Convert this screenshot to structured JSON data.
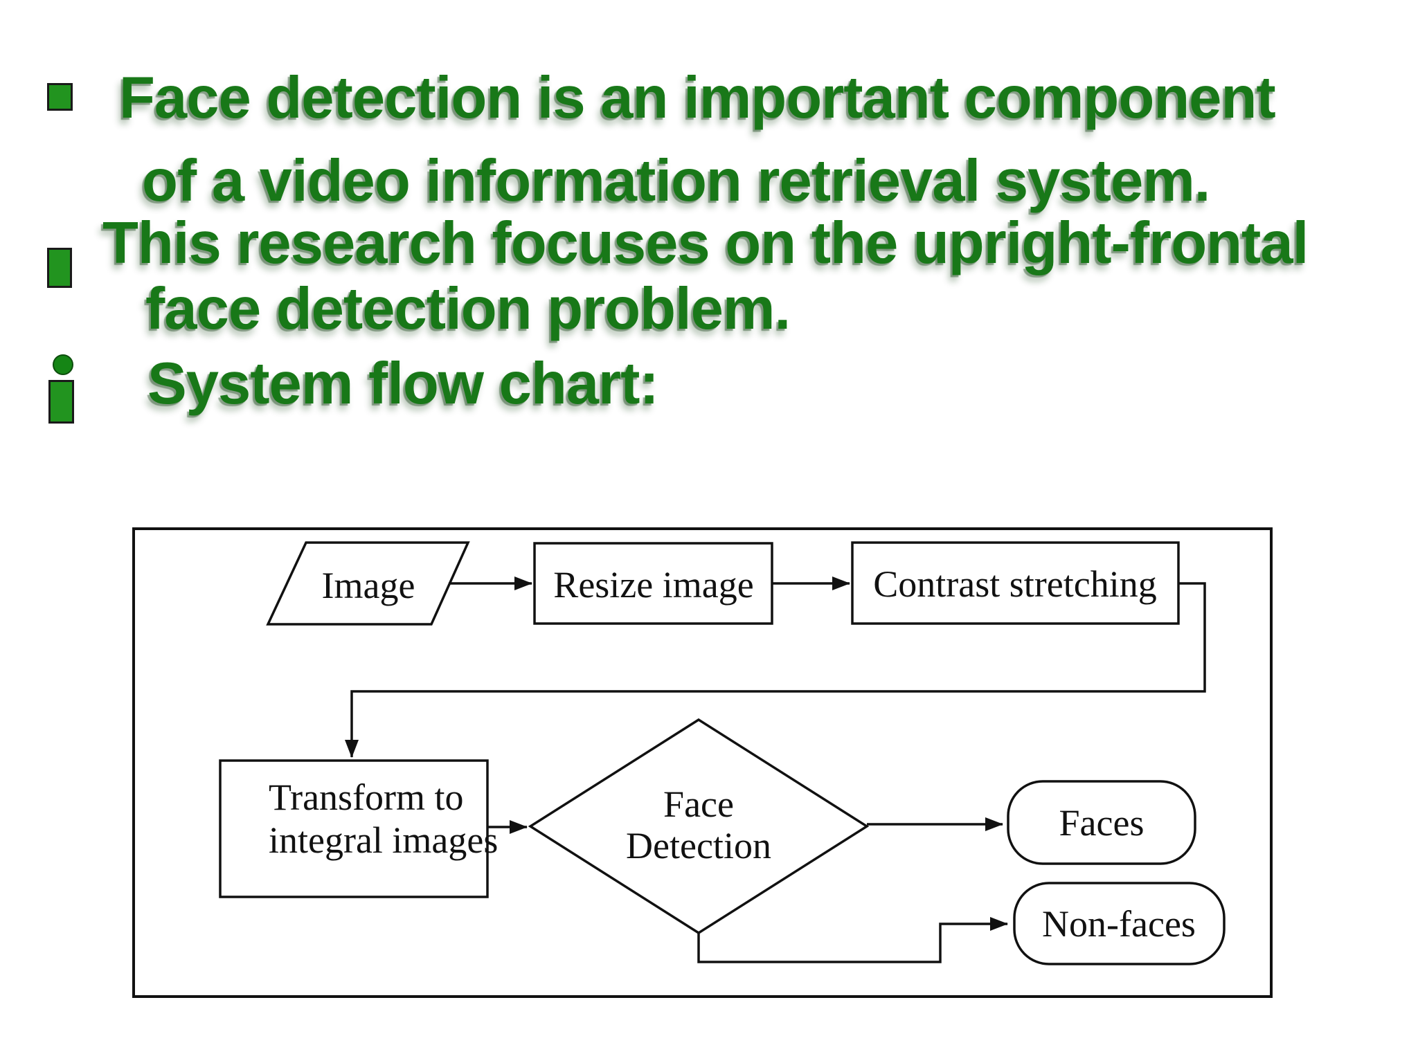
{
  "slide": {
    "background_color": "#ffffff",
    "text_color": "#187818",
    "bullet_color": "#22941f",
    "bullets": [
      {
        "marker": "green-square",
        "line1": "Face detection is an important component",
        "line2": "of a video information retrieval system."
      },
      {
        "marker": "green-square",
        "line1": "This research focuses on the upright-frontal",
        "line2": "face detection problem."
      },
      {
        "marker": "green-dot-and-square",
        "line1": "System flow chart:"
      }
    ]
  },
  "flowchart": {
    "stroke_color": "#111111",
    "nodes": {
      "image": {
        "shape": "parallelogram",
        "label": "Image"
      },
      "resize": {
        "shape": "rectangle",
        "label": "Resize image"
      },
      "contrast": {
        "shape": "rectangle",
        "label": "Contrast stretching"
      },
      "transform": {
        "shape": "rectangle",
        "label_line1": "Transform to",
        "label_line2": "integral images"
      },
      "decision": {
        "shape": "diamond",
        "label_line1": "Face",
        "label_line2": "Detection"
      },
      "faces": {
        "shape": "terminator",
        "label": "Faces"
      },
      "nonfaces": {
        "shape": "terminator",
        "label": "Non-faces"
      }
    },
    "edges": [
      {
        "from": "image",
        "to": "resize"
      },
      {
        "from": "resize",
        "to": "contrast"
      },
      {
        "from": "contrast",
        "to": "transform"
      },
      {
        "from": "transform",
        "to": "decision"
      },
      {
        "from": "decision",
        "to": "faces"
      },
      {
        "from": "decision",
        "to": "nonfaces"
      }
    ]
  }
}
